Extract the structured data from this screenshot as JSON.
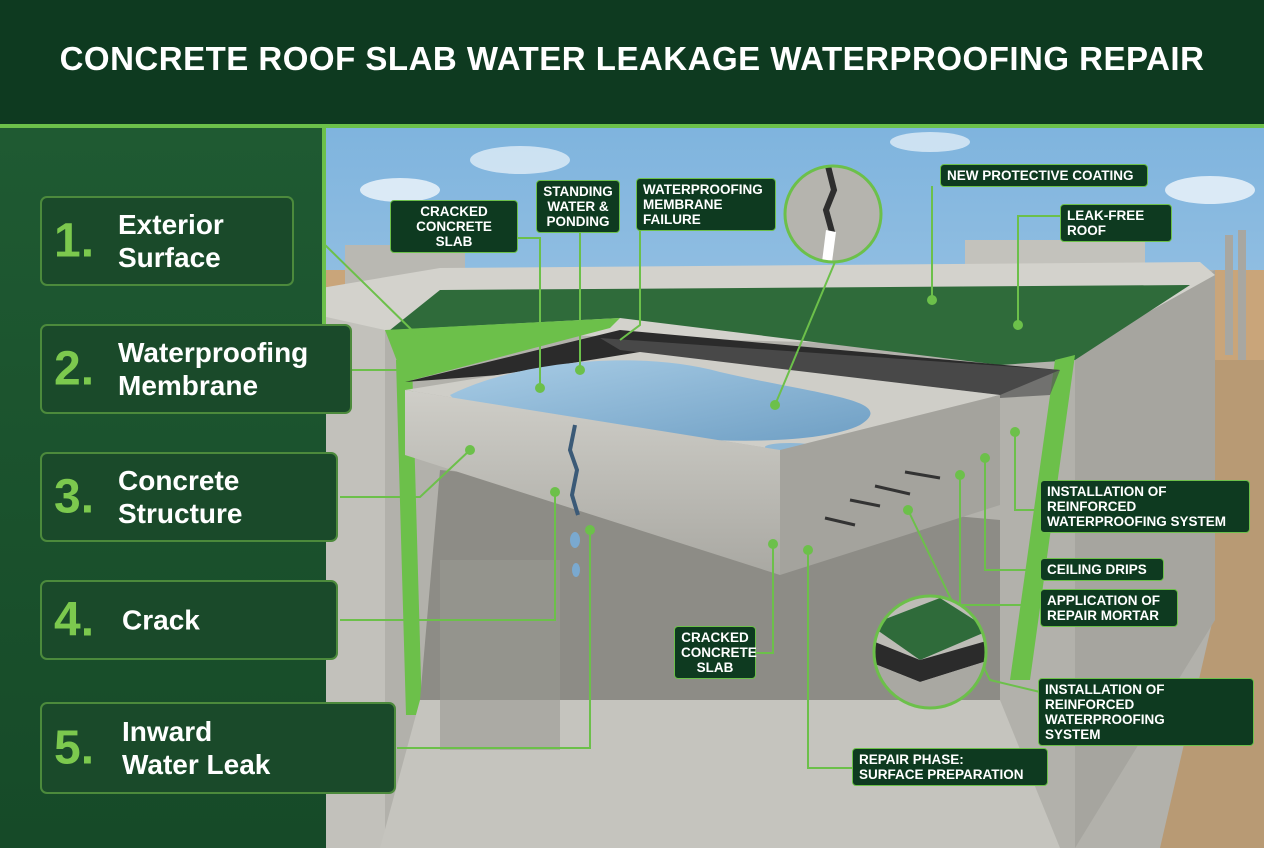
{
  "title": "CONCRETE ROOF SLAB WATER LEAKAGE WATERPROOFING REPAIR",
  "legend": [
    {
      "number": "1.",
      "lines": [
        "Exterior",
        "Surface"
      ]
    },
    {
      "number": "2.",
      "lines": [
        "Waterproofing",
        "Membrane"
      ]
    },
    {
      "number": "3.",
      "lines": [
        "Concrete",
        "Structure"
      ]
    },
    {
      "number": "4.",
      "lines": [
        "Crack"
      ]
    },
    {
      "number": "5.",
      "lines": [
        "Inward",
        "Water Leak"
      ]
    }
  ],
  "callouts": {
    "cracked_slab_top": [
      "CRACKED",
      "CONCRETE SLAB"
    ],
    "standing_water": [
      "STANDING",
      "WATER &",
      "PONDING"
    ],
    "membrane_failure": [
      "WATERPROOFING",
      "MEMBRANE",
      "FAILURE"
    ],
    "new_coating": [
      "NEW PROTECTIVE COATING"
    ],
    "leak_free": [
      "LEAK-FREE ROOF"
    ],
    "reinforced_system_1": [
      "INSTALLATION OF",
      "REINFORCED",
      "WATERPROOFING SYSTEM"
    ],
    "ceiling_drips": [
      "CEILING DRIPS"
    ],
    "repair_mortar": [
      "APPLICATION OF",
      "REPAIR MORTAR"
    ],
    "cracked_slab_bottom": [
      "CRACKED",
      "CONCRETE",
      "SLAB"
    ],
    "reinforced_system_2": [
      "INSTALLATION OF",
      "REINFORCED WATERPROOFING",
      "SYSTEM"
    ],
    "repair_phase": [
      "REPAIR PHASE:",
      "SURFACE PREPARATION"
    ]
  },
  "colors": {
    "header_bg": "#0e3a20",
    "accent_green": "#6cc04a",
    "membrane_green": "#2f6b3a",
    "concrete": "#bdbcb6",
    "water": "#8fb8d6"
  }
}
